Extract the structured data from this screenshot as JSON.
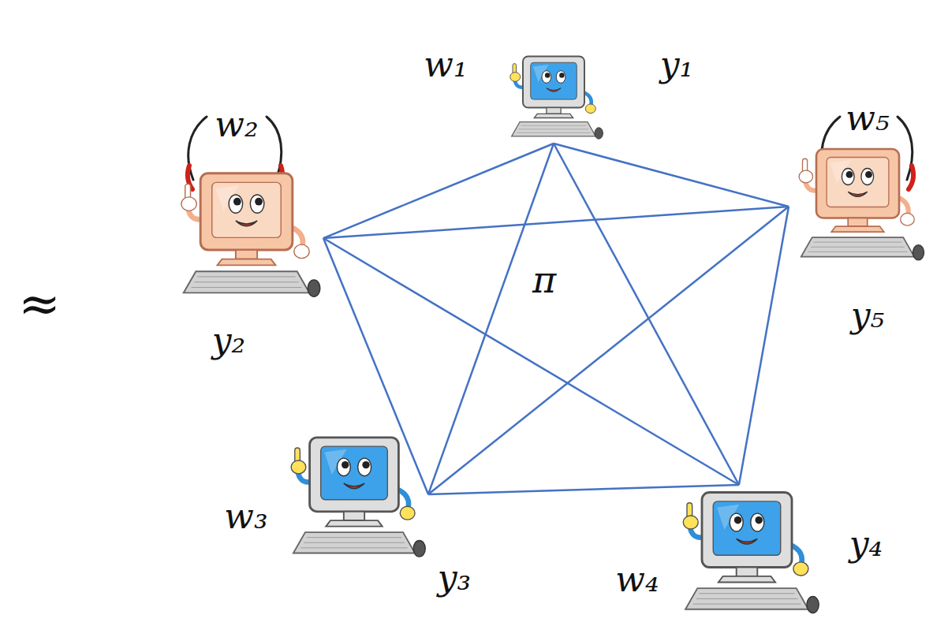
{
  "diagram": {
    "nodes": [
      {
        "text": [
          "w₁",
          "y₁"
        ]
      },
      {
        "text": [
          "w₂",
          "y₂"
        ]
      },
      {
        "text": [
          "w₃",
          "y₃"
        ]
      },
      {
        "text": [
          "w₄",
          "y₄"
        ]
      },
      {
        "text": [
          "w₅",
          "y₅"
        ]
      }
    ],
    "edges": [
      {
        "from": 0,
        "to": 1,
        "arrow": "none"
      },
      {
        "from": 0,
        "to": 2,
        "arrow": "none"
      },
      {
        "from": 0,
        "to": 3,
        "arrow": "none"
      },
      {
        "from": 0,
        "to": 4,
        "arrow": "none"
      },
      {
        "from": 1,
        "to": 2,
        "arrow": "none"
      },
      {
        "from": 1,
        "to": 3,
        "arrow": "none"
      },
      {
        "from": 1,
        "to": 4,
        "arrow": "none"
      },
      {
        "from": 2,
        "to": 3,
        "arrow": "none"
      },
      {
        "from": 2,
        "to": 4,
        "arrow": "none"
      },
      {
        "from": 3,
        "to": 4,
        "arrow": "none"
      }
    ],
    "labels": [
      "≈",
      "π"
    ]
  }
}
